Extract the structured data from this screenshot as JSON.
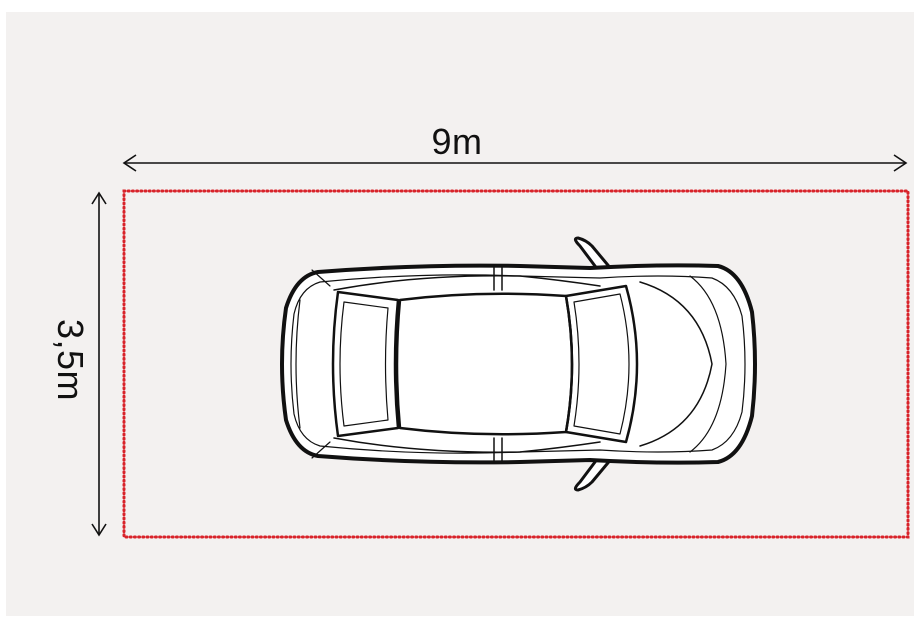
{
  "dimensions": {
    "width_label": "9m",
    "height_label": "3,5m"
  },
  "colors": {
    "background": "#f3f1f0",
    "boundary": "#d8232a",
    "lines": "#111111"
  },
  "icons": [
    "car-top-view-icon",
    "double-arrow-horizontal",
    "double-arrow-vertical"
  ]
}
